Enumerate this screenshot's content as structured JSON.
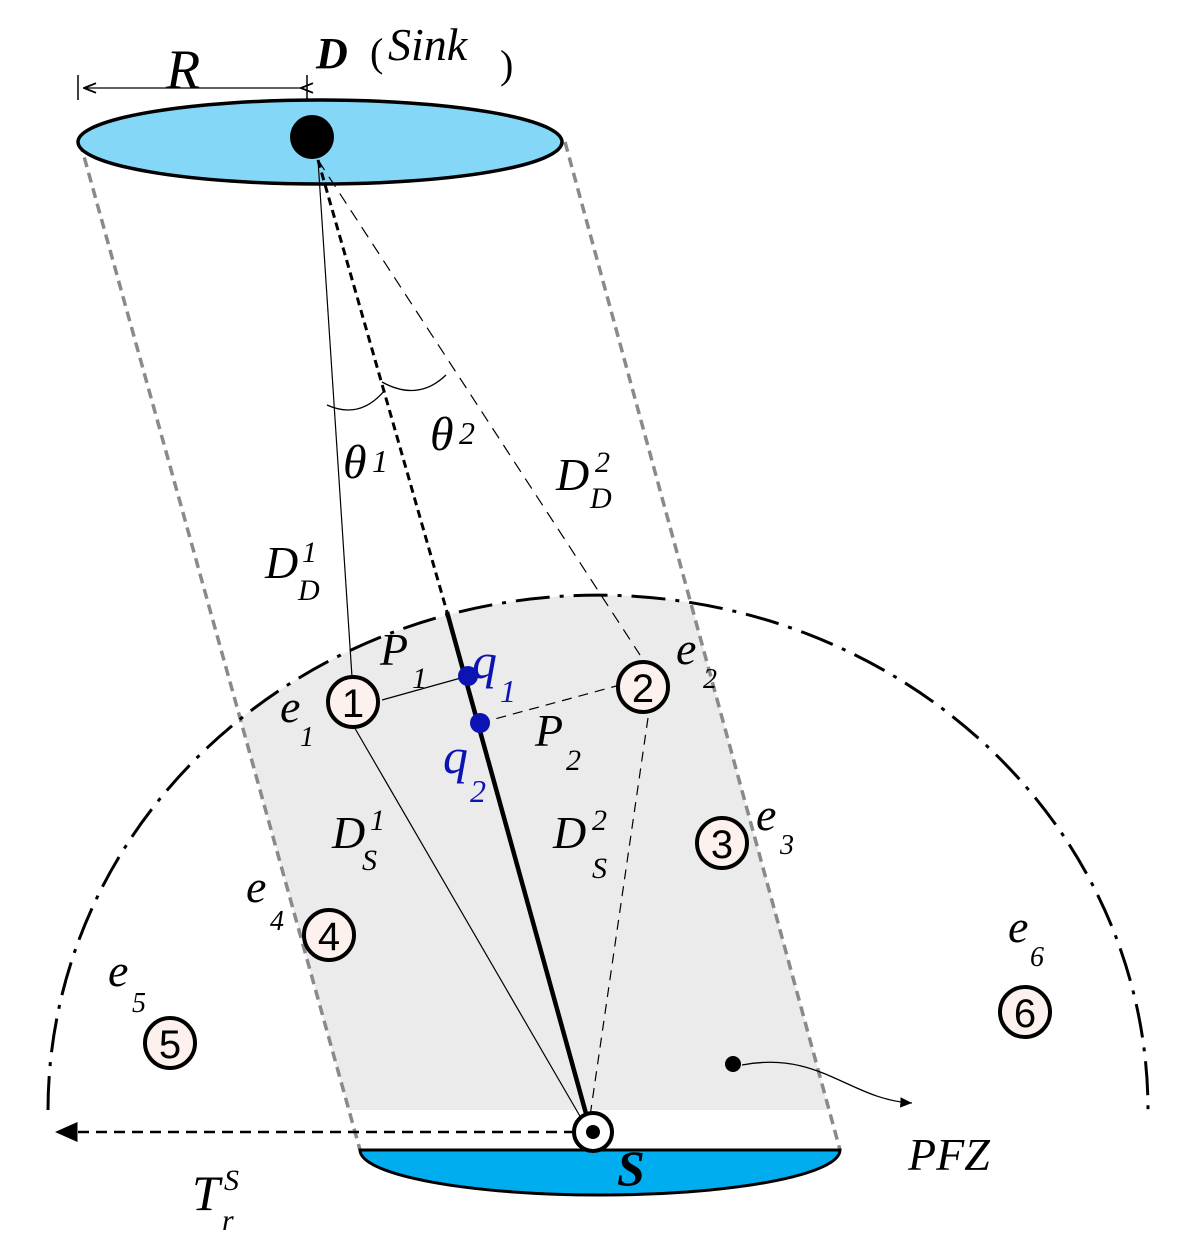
{
  "sink": {
    "letter": "D",
    "paren_open": "(",
    "name": "Sink",
    "paren_close": ")",
    "radius_label": "R"
  },
  "source": {
    "letter": "S"
  },
  "angles": {
    "theta1_sym": "θ",
    "theta1_sup": "1",
    "theta2_sym": "θ",
    "theta2_sup": "2"
  },
  "distances": {
    "dd1": {
      "base": "D",
      "sup": "1",
      "sub": "D"
    },
    "dd2": {
      "base": "D",
      "sup": "2",
      "sub": "D"
    },
    "ds1": {
      "base": "D",
      "sup": "1",
      "sub": "S"
    },
    "ds2": {
      "base": "D",
      "sup": "2",
      "sub": "S"
    }
  },
  "paths": {
    "p1": {
      "base": "P",
      "sub": "1"
    },
    "p2": {
      "base": "P",
      "sub": "2"
    }
  },
  "points": {
    "q1": {
      "base": "q",
      "sub": "1"
    },
    "q2": {
      "base": "q",
      "sub": "2"
    }
  },
  "nodes": [
    {
      "id": "1",
      "label": "e",
      "sub": "1"
    },
    {
      "id": "2",
      "label": "e",
      "sub": "2"
    },
    {
      "id": "3",
      "label": "e",
      "sub": "3"
    },
    {
      "id": "4",
      "label": "e",
      "sub": "4"
    },
    {
      "id": "5",
      "label": "e",
      "sub": "5"
    },
    {
      "id": "6",
      "label": "e",
      "sub": "6"
    }
  ],
  "range": {
    "base": "T",
    "sup": "S",
    "sub": "r"
  },
  "zone": {
    "label": "PFZ"
  },
  "colors": {
    "sink_fill": "#85d7f7",
    "source_fill": "#00aeef",
    "zone_fill": "#ebebeb",
    "node_fill": "#fdf1ed",
    "point_blue": "#0b14b3"
  }
}
